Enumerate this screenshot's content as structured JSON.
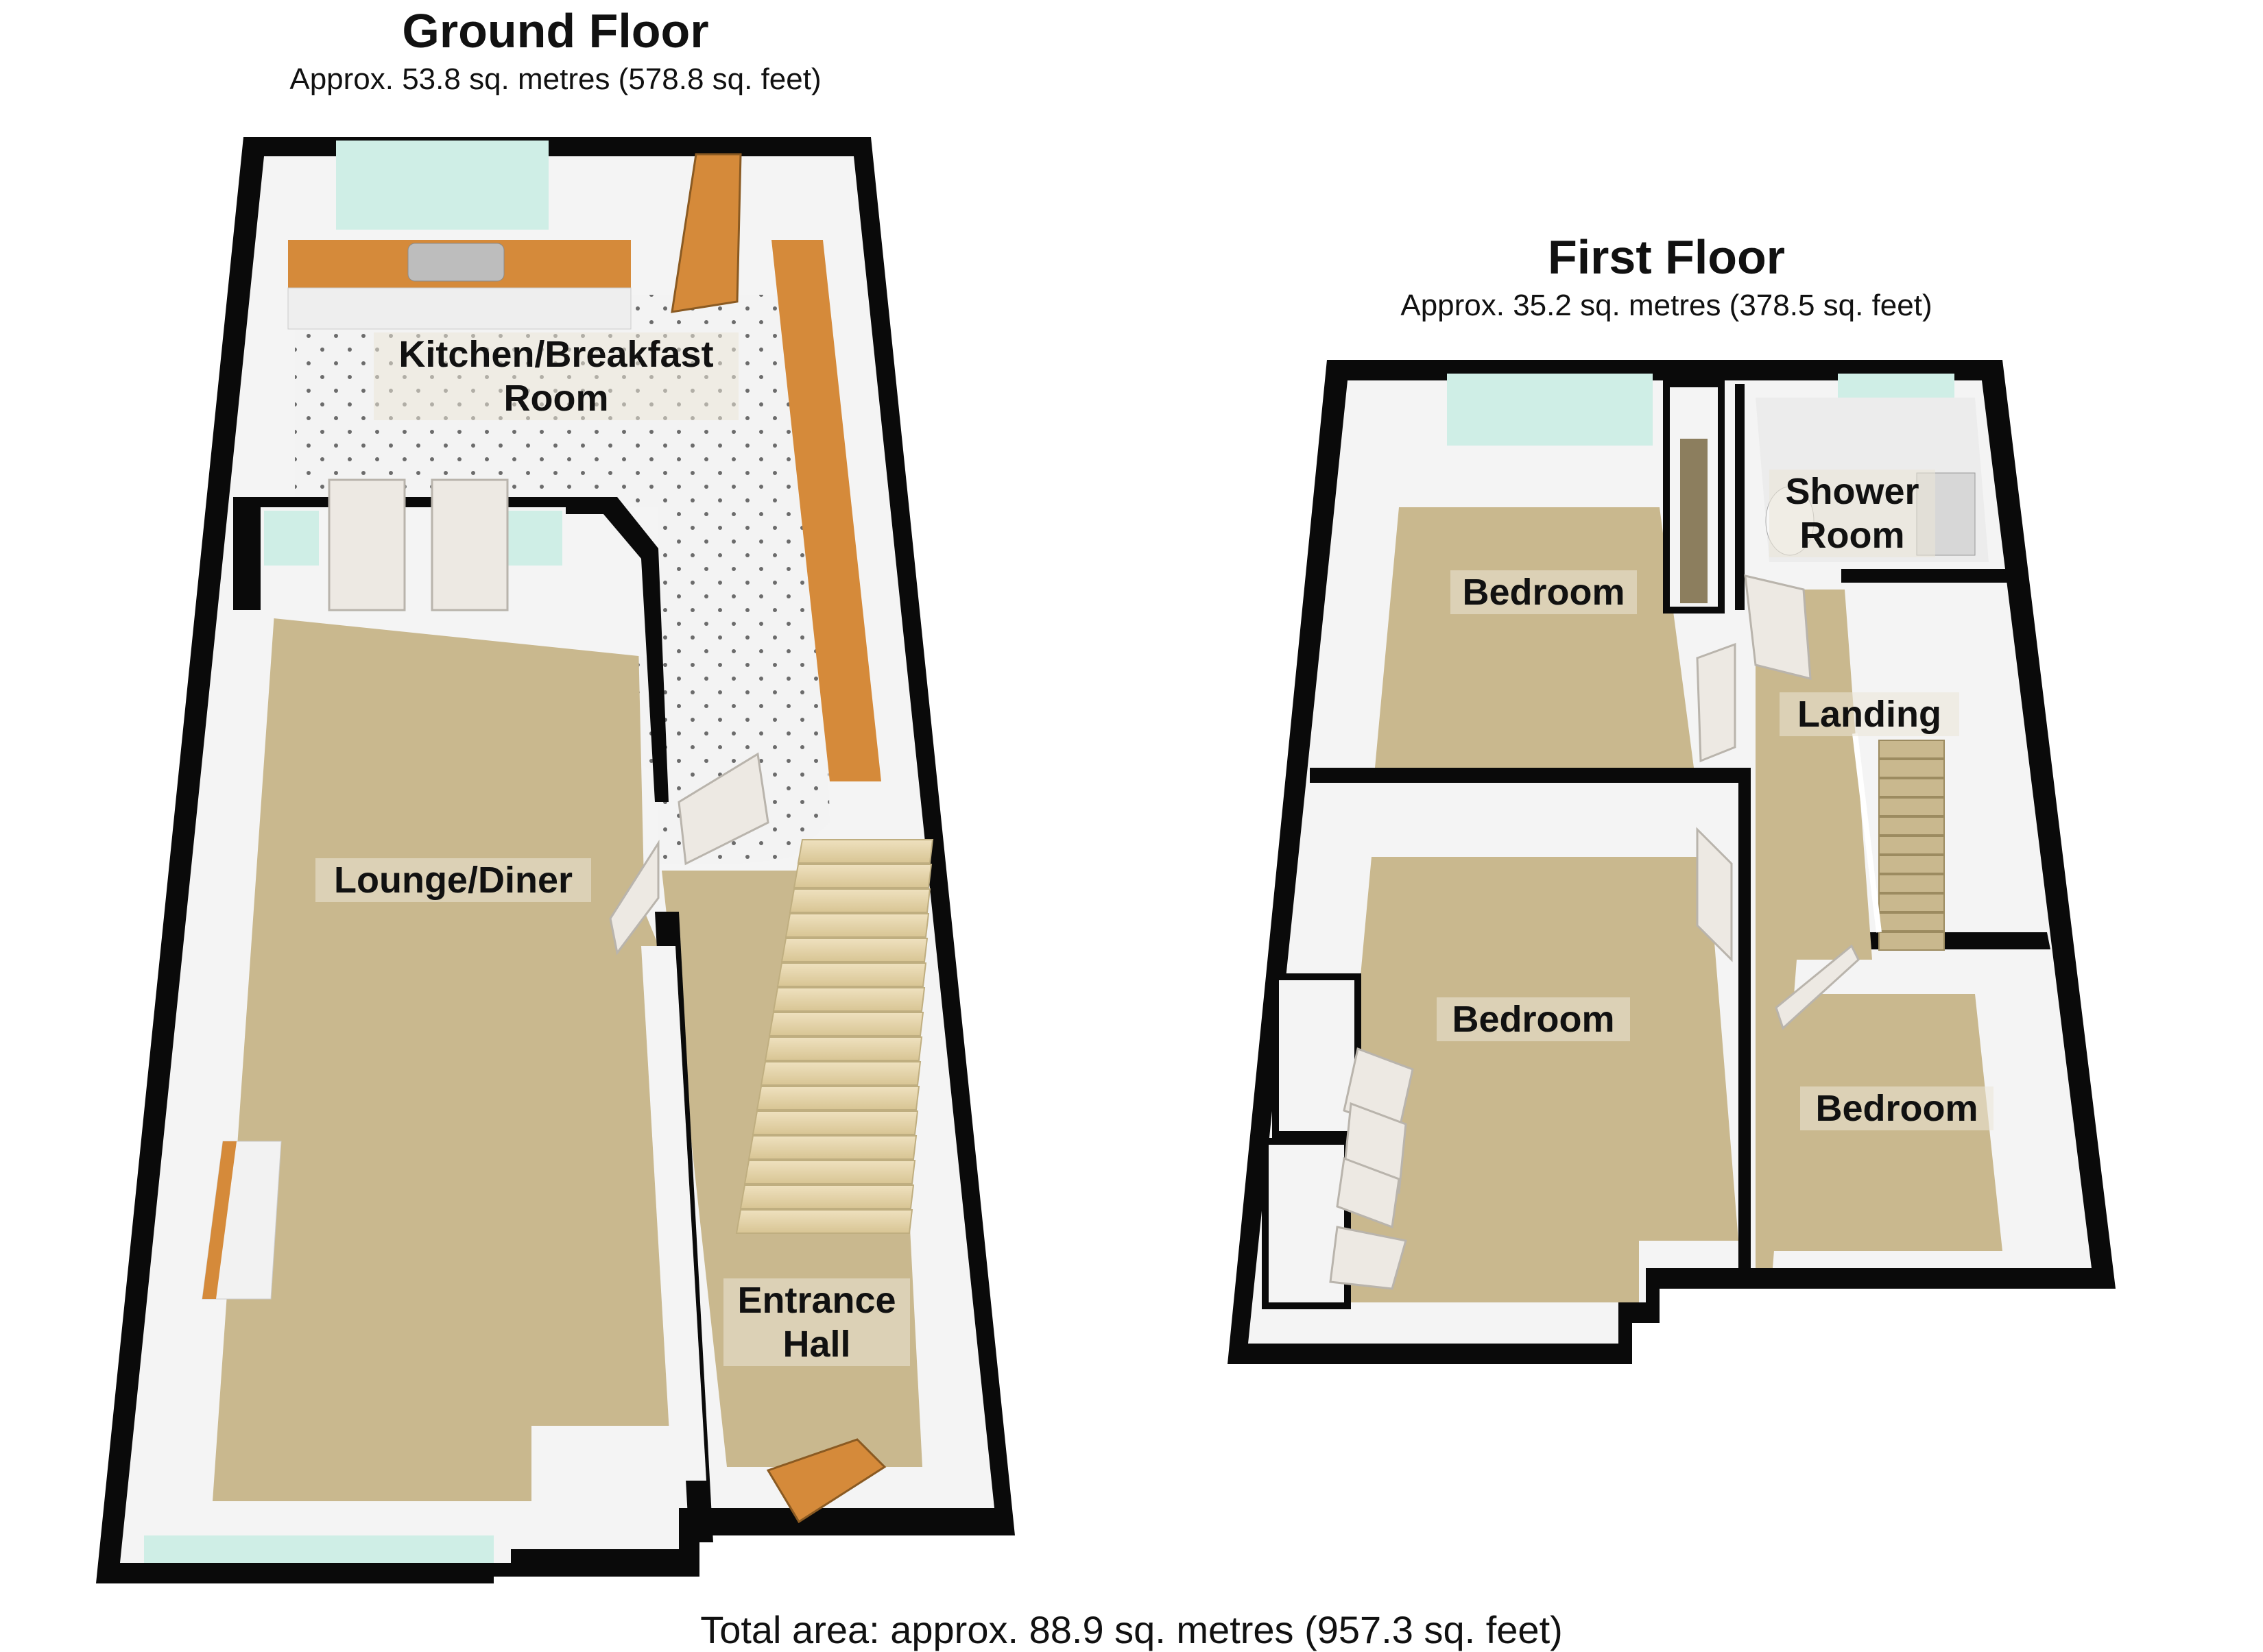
{
  "ground_floor": {
    "title": "Ground Floor",
    "area": "Approx.  53.8 sq. metres (578.8 sq. feet)",
    "rooms": {
      "kitchen": "Kitchen/Breakfast\nRoom",
      "lounge": "Lounge/Diner",
      "hall": "Entrance\nHall"
    }
  },
  "first_floor": {
    "title": "First Floor",
    "area": "Approx.  35.2 sq. metres (378.5 sq. feet)",
    "rooms": {
      "bedroom_top": "Bedroom",
      "shower": "Shower\nRoom",
      "landing": "Landing",
      "bedroom_main": "Bedroom",
      "bedroom_small": "Bedroom"
    }
  },
  "total_area": "Total area: approx.  88.9 sq. metres (957.3 sq. feet)",
  "colors": {
    "wall": "#0a0a0a",
    "wall_face": "#f4f4f4",
    "carpet": "#c9b88e",
    "tile": "#f2f2f2",
    "worktop": "#d58a3a",
    "glass": "#cfeee6",
    "door": "#ede9e3"
  }
}
